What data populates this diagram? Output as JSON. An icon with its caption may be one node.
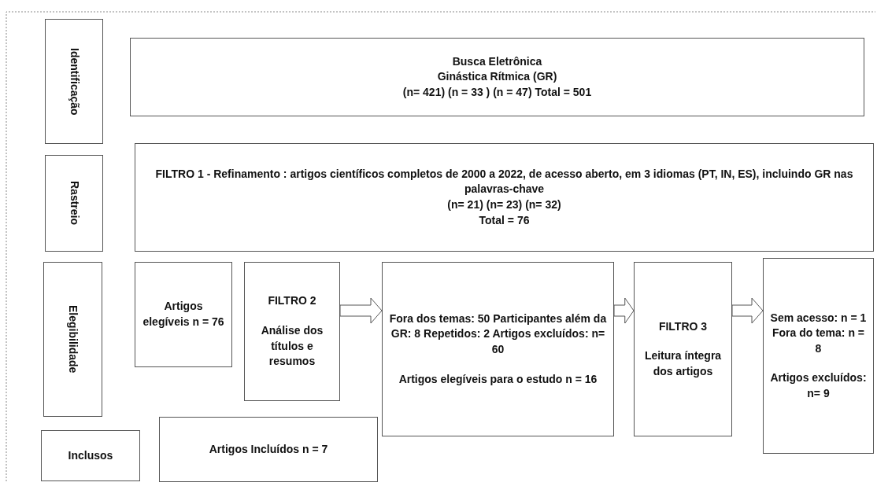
{
  "diagram": {
    "nodes": [
      {
        "text": [
          "Identificação"
        ]
      },
      {
        "text": [
          "Busca Eletrônica",
          "Ginástica Rítmica (GR)",
          "(n= 421) (n = 33 ) (n = 47) Total = 501"
        ]
      },
      {
        "text": [
          "Rastreio"
        ]
      },
      {
        "text": [
          "FILTRO 1 - Refinamento : artigos científicos completos de 2000 a 2022, de acesso aberto, em 3 idiomas (PT, IN, ES), incluindo GR nas palavras-chave",
          "(n= 21) (n= 23) (n= 32)",
          "Total = 76"
        ]
      },
      {
        "text": [
          "Elegibilidade"
        ]
      },
      {
        "text": [
          "Artigos elegíveis n = 76"
        ]
      },
      {
        "text": [
          "FILTRO 2",
          "Análise dos títulos e resumos"
        ]
      },
      {
        "text": [
          "Fora dos temas: 50 Participantes além da GR: 8 Repetidos: 2 Artigos excluídos: n= 60",
          "Artigos elegíveis para o estudo n = 16"
        ]
      },
      {
        "text": [
          "FILTRO 3",
          "Leitura íntegra dos artigos"
        ]
      },
      {
        "text": [
          "Sem acesso: n = 1 Fora do tema: n = 8",
          "Artigos excluídos: n= 9"
        ]
      },
      {
        "text": [
          "Inclusos"
        ]
      },
      {
        "text": [
          "Artigos Incluídos n = 7"
        ]
      }
    ],
    "edges": [
      {
        "from": 6,
        "to": 7,
        "arrow": "to"
      },
      {
        "from": 7,
        "to": 8,
        "arrow": "to"
      },
      {
        "from": 8,
        "to": 9,
        "arrow": "to"
      }
    ]
  }
}
